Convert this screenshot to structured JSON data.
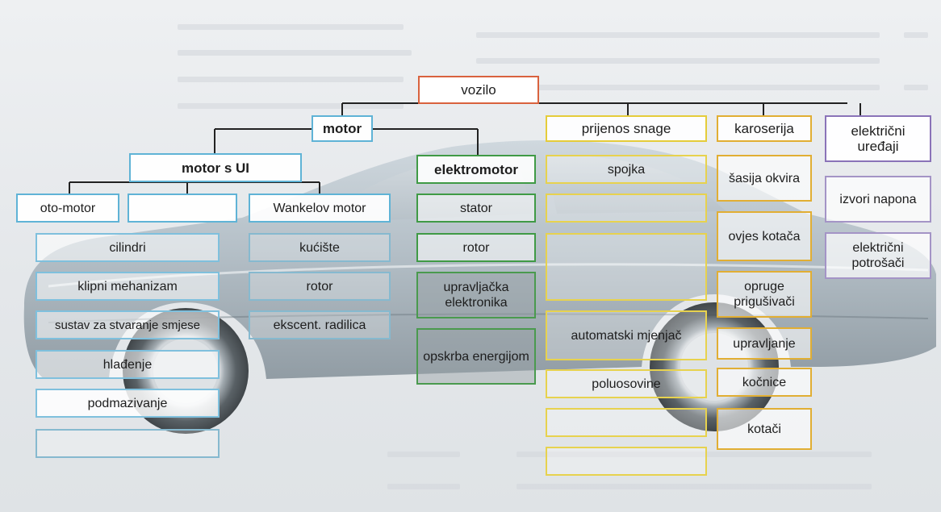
{
  "root": {
    "label": "vozilo"
  },
  "motor": {
    "label": "motor",
    "ice": {
      "label": "motor s UI",
      "oto": "oto-motor",
      "blank": "",
      "wankel": "Wankelov motor",
      "oto_parts": [
        "cilindri",
        "klipni mehanizam",
        "sustav za stvaranje smjese",
        "hlađenje",
        "podmazivanje",
        ""
      ],
      "wankel_parts": [
        "kućište",
        "rotor",
        "ekscent. radilica"
      ]
    },
    "electric": {
      "label": "elektromotor",
      "parts": [
        "stator",
        "rotor",
        "upravljačka elektronika",
        "opskrba energijom"
      ]
    }
  },
  "transmission": {
    "label": "prijenos snage",
    "parts": [
      "spojka",
      "",
      "",
      "automatski mjenjač",
      "poluosovine",
      "",
      ""
    ]
  },
  "body": {
    "label": "karoserija",
    "parts": [
      "šasija okvira",
      "ovjes kotača",
      "opruge prigušivači",
      "upravljanje",
      "kočnice",
      "kotači"
    ]
  },
  "electrical": {
    "label": "električni uređaji",
    "parts": [
      "izvori napona",
      "električni potrošači"
    ]
  },
  "colors": {
    "root": "#d9623e",
    "motor": "#5fb3d6",
    "electric_motor": "#3f9a45",
    "transmission": "#e5cc3a",
    "body": "#e1ae33",
    "electrical": "#8a73b8"
  }
}
